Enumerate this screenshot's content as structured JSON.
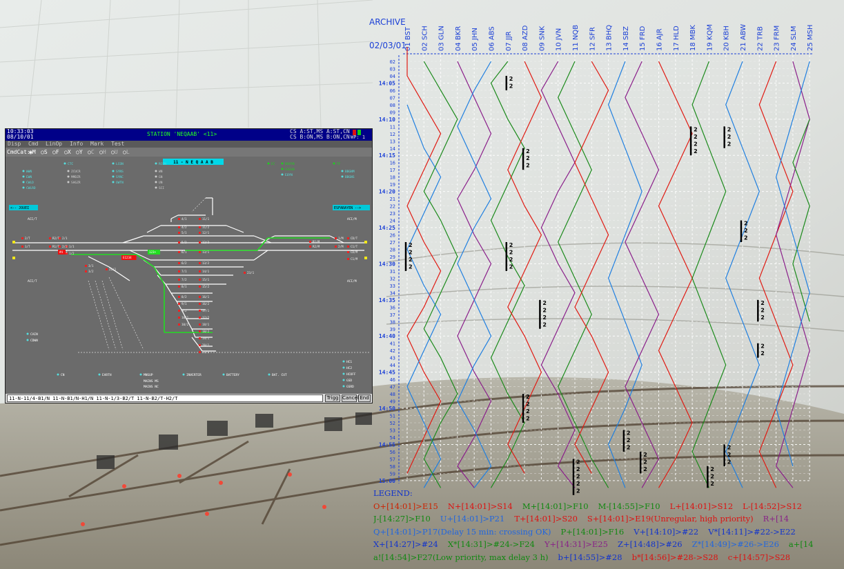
{
  "archive": {
    "label": "ARCHIVE",
    "date": "02/03/01"
  },
  "stations": [
    "01 BST",
    "02 SCH",
    "03 GLN",
    "04 BKR",
    "05 JHN",
    "06 ABS",
    "07 JJR",
    "08 AZD",
    "09 SNK",
    "10 JVN",
    "11 NQB",
    "12 SFR",
    "13 BHQ",
    "14 SBZ",
    "15 FRD",
    "16 AJR",
    "17 HLD",
    "18 MBK",
    "19 KQM",
    "20 KBH",
    "21 ABW",
    "22 TRB",
    "23 FRM",
    "24 SLM",
    "25 MSH"
  ],
  "time_labels": [
    "02",
    "03",
    "04",
    "14:05",
    "06",
    "07",
    "08",
    "09",
    "14:10",
    "11",
    "12",
    "13",
    "14",
    "14:15",
    "16",
    "17",
    "18",
    "19",
    "14:20",
    "21",
    "22",
    "23",
    "24",
    "14:25",
    "26",
    "27",
    "28",
    "29",
    "14:30",
    "31",
    "32",
    "33",
    "34",
    "14:35",
    "36",
    "37",
    "38",
    "39",
    "14:40",
    "41",
    "42",
    "43",
    "44",
    "14:45",
    "46",
    "47",
    "48",
    "49",
    "14:50",
    "51",
    "52",
    "53",
    "54",
    "14:55",
    "56",
    "57",
    "58",
    "59",
    "15:00"
  ],
  "legend": {
    "title": "LEGEND:",
    "rows": [
      [
        {
          "text": "O+[14:01]>E15",
          "color": "#cc2200"
        },
        {
          "text": "N+[14:01]>S14",
          "color": "#dd1111"
        },
        {
          "text": "M+[14:01]>F10",
          "color": "#118811"
        },
        {
          "text": "M-[14:55]>F10",
          "color": "#118811"
        },
        {
          "text": "L+[14:01]>S12",
          "color": "#dd1111"
        },
        {
          "text": "L-[14:52]>S12",
          "color": "#dd1111"
        }
      ],
      [
        {
          "text": "J-[14:27]>F10",
          "color": "#118811"
        },
        {
          "text": "U+[14:01]>P21",
          "color": "#2266dd"
        },
        {
          "text": "T+[14:01]>S20",
          "color": "#dd1111"
        },
        {
          "text": "S+[14:01]>E19(Unregular, high priority)",
          "color": "#dd1111"
        },
        {
          "text": "R+[14",
          "color": "#882288"
        }
      ],
      [
        {
          "text": "Q+[14:01]>P17(Delay 15 min: crossing OK)",
          "color": "#2266dd"
        },
        {
          "text": "P+[14:01]>F16",
          "color": "#118811"
        },
        {
          "text": "V+[14:10]>#22",
          "color": "#1133cc"
        },
        {
          "text": "V*[14:11]>#22->E22",
          "color": "#1133cc"
        }
      ],
      [
        {
          "text": "X+[14:27]>#24",
          "color": "#1133cc"
        },
        {
          "text": "X*[14:31]>#24->F24",
          "color": "#118811"
        },
        {
          "text": "Y+[14:31]>E25",
          "color": "#882288"
        },
        {
          "text": "Z+[14:48]>#26",
          "color": "#1133cc"
        },
        {
          "text": "Z*[14:49]>#26->E26",
          "color": "#2266dd"
        },
        {
          "text": "a+[14",
          "color": "#118811"
        }
      ],
      [
        {
          "text": "a![14:54]>F27(Low priority, max delay 3 h)",
          "color": "#118811"
        },
        {
          "text": "b+[14:55]>#28",
          "color": "#1133cc"
        },
        {
          "text": "b*[14:56]>#28->S28",
          "color": "#dd1111"
        },
        {
          "text": "c+[14:57]>S28",
          "color": "#dd1111"
        }
      ]
    ]
  },
  "panel": {
    "clock_time": "10:33:03",
    "clock_date": "08/10/01",
    "station_title": "STATION 'NEQAAB' <11>",
    "status_line1": "CS A:ST,MS A:ST,CN",
    "status_line2": "CS B:ON,MS B:ON,CN",
    "status_wp": "WP: 1",
    "menu": [
      "Disp",
      "Cmd",
      "LinOp",
      "Info",
      "Mark",
      "Test"
    ],
    "cmdcat_label": "CmdCat:",
    "cmdcat_options": [
      "M",
      "S",
      "F",
      "X",
      "Y",
      "C",
      "H",
      "U",
      "L"
    ],
    "cmdcat_selected": "M",
    "station_header": "11  -  N E Q A A B",
    "status_labels": [
      {
        "text": "CTC",
        "color": "#55dddd"
      },
      {
        "text": "LCON",
        "color": "#55dddd"
      },
      {
        "text": "RCON",
        "color": "#55dddd"
      },
      {
        "text": "WWN",
        "color": "#55dddd"
      },
      {
        "text": "ZCUCR",
        "color": "#cccccc"
      },
      {
        "text": "SYNS",
        "color": "#55dddd"
      },
      {
        "text": "WN",
        "color": "#cccccc"
      },
      {
        "text": "EWN",
        "color": "#55dddd"
      },
      {
        "text": "MMDZR",
        "color": "#cccccc"
      },
      {
        "text": "SYNC",
        "color": "#55dddd"
      },
      {
        "text": "GN",
        "color": "#cccccc"
      },
      {
        "text": "CWLD",
        "color": "#55dddd"
      },
      {
        "text": "SHGZR",
        "color": "#cccccc"
      },
      {
        "text": "OWTN",
        "color": "#55dddd"
      },
      {
        "text": "UN",
        "color": "#cccccc"
      },
      {
        "text": "CWLRD",
        "color": "#55dddd"
      },
      {
        "text": "SCI",
        "color": "#cccccc"
      },
      {
        "text": "EC",
        "color": "#22cc22"
      },
      {
        "text": "BUVYN",
        "color": "#22cc22"
      },
      {
        "text": "ESGGN",
        "color": "#22cc22"
      },
      {
        "text": "EUYN",
        "color": "#55dddd"
      },
      {
        "text": "TF",
        "color": "#22cc22"
      },
      {
        "text": "BBGNM",
        "color": "#55dddd"
      },
      {
        "text": "BBGNS",
        "color": "#55dddd"
      }
    ],
    "direction_left": "<-- JOUEI",
    "direction_right": "ESFARAYEN -->",
    "side_labels": [
      "ACI/T",
      "ACI/M",
      "ACI/T",
      "ACI/M"
    ],
    "track_labels": [
      "2/T",
      "1/T",
      "1/M",
      "2/M",
      "1/1",
      "1/2",
      "2/1",
      "2/2",
      "2/3",
      "3/1",
      "3/2",
      "4/1",
      "4/2",
      "5/1",
      "5/2",
      "6/1",
      "6/2",
      "7/1",
      "7/2",
      "8/1",
      "8/2",
      "9/1",
      "9/2",
      "10/1",
      "10/2",
      "11/1",
      "11/2",
      "12/1",
      "12/2",
      "13/1",
      "13/2",
      "14/1",
      "15/1",
      "15/2",
      "16/1",
      "16/2",
      "17/1",
      "17/2",
      "18/1",
      "18/2",
      "19/1",
      "20/1",
      "21/1",
      "22/1",
      "23/1",
      "R2/T",
      "R1/T",
      "R1/M",
      "R2/M",
      "CD/T",
      "C1/T",
      "CD/M",
      "C1/M",
      "#4",
      "E1234",
      "123+"
    ],
    "bottom_left": [
      "CAIN",
      "CDWN"
    ],
    "bottom_right": [
      "HC1",
      "HC2",
      "HCOFF",
      "GSD",
      "GSRD"
    ],
    "bottom_row": [
      "CN",
      "EARTH",
      "MNSUP",
      "INVERTER",
      "BATTERY",
      "BAT. CUT"
    ],
    "bottom_mains": [
      "MAINS MS",
      "MAINS NC"
    ],
    "command": "11-N-11/4-B1/N 11-N-B1/N-H1/N 11-N-1/3-B2/T 11-N-B2/T-H2/T",
    "buttons": [
      "Trigg",
      "Cancel",
      "End"
    ]
  }
}
